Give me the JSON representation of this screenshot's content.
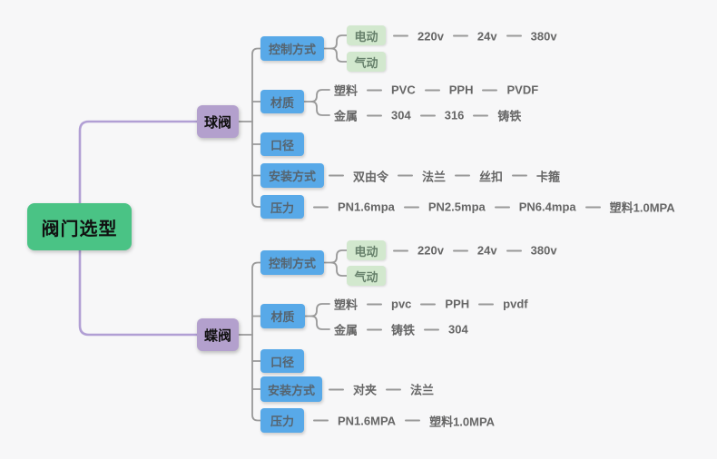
{
  "d": {
    "root": "阀门选型",
    "ball": {
      "label": "球阀",
      "control": {
        "label": "控制方式",
        "electric": "电动",
        "pneumatic": "气动",
        "volts": [
          "220v",
          "24v",
          "380v"
        ]
      },
      "material": {
        "label": "材质",
        "plastic": "塑料",
        "plastic_chain": [
          "PVC",
          "PPH",
          "PVDF"
        ],
        "metal": "金属",
        "metal_chain": [
          "304",
          "316",
          "铸铁"
        ]
      },
      "diameter": {
        "label": "口径"
      },
      "install": {
        "label": "安装方式",
        "chain": [
          "双由令",
          "法兰",
          "丝扣",
          "卡箍"
        ]
      },
      "pressure": {
        "label": "压力",
        "chain": [
          "PN1.6mpa",
          "PN2.5mpa",
          "PN6.4mpa",
          "塑料1.0MPA"
        ]
      }
    },
    "butterfly": {
      "label": "蝶阀",
      "control": {
        "label": "控制方式",
        "electric": "电动",
        "pneumatic": "气动",
        "volts": [
          "220v",
          "24v",
          "380v"
        ]
      },
      "material": {
        "label": "材质",
        "plastic": "塑料",
        "plastic_chain": [
          "pvc",
          "PPH",
          "pvdf"
        ],
        "metal": "金属",
        "metal_chain": [
          "铸铁",
          "304"
        ]
      },
      "diameter": {
        "label": "口径"
      },
      "install": {
        "label": "安装方式",
        "chain": [
          "对夹",
          "法兰"
        ]
      },
      "pressure": {
        "label": "压力",
        "chain": [
          "PN1.6MPA",
          "塑料1.0MPA"
        ]
      }
    },
    "colors": {
      "root_bg": "#4ac385",
      "branch_bg": "#b3a0cd",
      "category_bg": "#58a9e8",
      "leafbox_bg": "#d2e8ce",
      "connector": "#999999",
      "branch_connector": "#b19fd4",
      "leaf_text": "#666666",
      "background": "#f7f7f8"
    }
  }
}
